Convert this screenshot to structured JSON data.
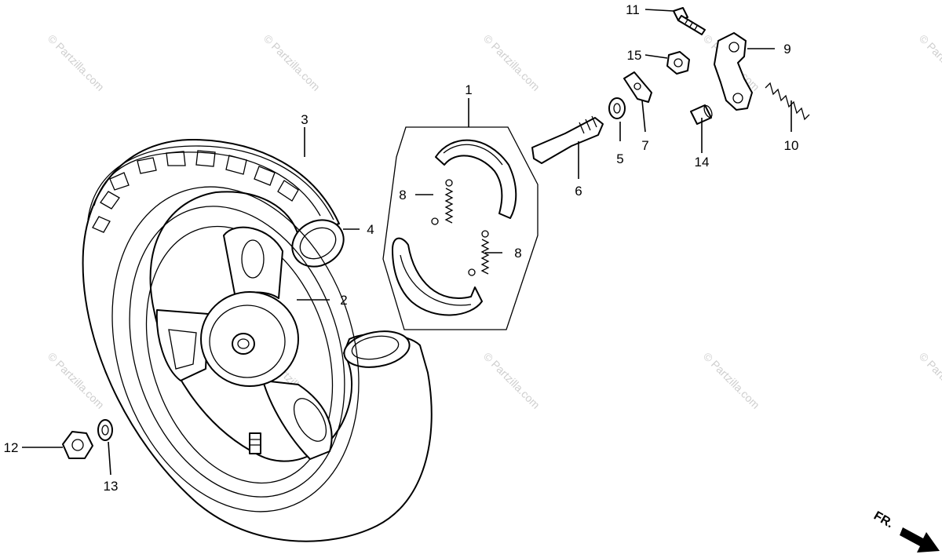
{
  "watermark": "© Partzilla.com",
  "parts": [
    {
      "number": "1"
    },
    {
      "number": "2"
    },
    {
      "number": "3"
    },
    {
      "number": "4"
    },
    {
      "number": "5"
    },
    {
      "number": "6"
    },
    {
      "number": "7"
    },
    {
      "number": "8"
    },
    {
      "number": "8"
    },
    {
      "number": "9"
    },
    {
      "number": "10"
    },
    {
      "number": "11"
    },
    {
      "number": "12"
    },
    {
      "number": "13"
    },
    {
      "number": "14"
    },
    {
      "number": "15"
    }
  ],
  "direction": {
    "label": "FR."
  }
}
